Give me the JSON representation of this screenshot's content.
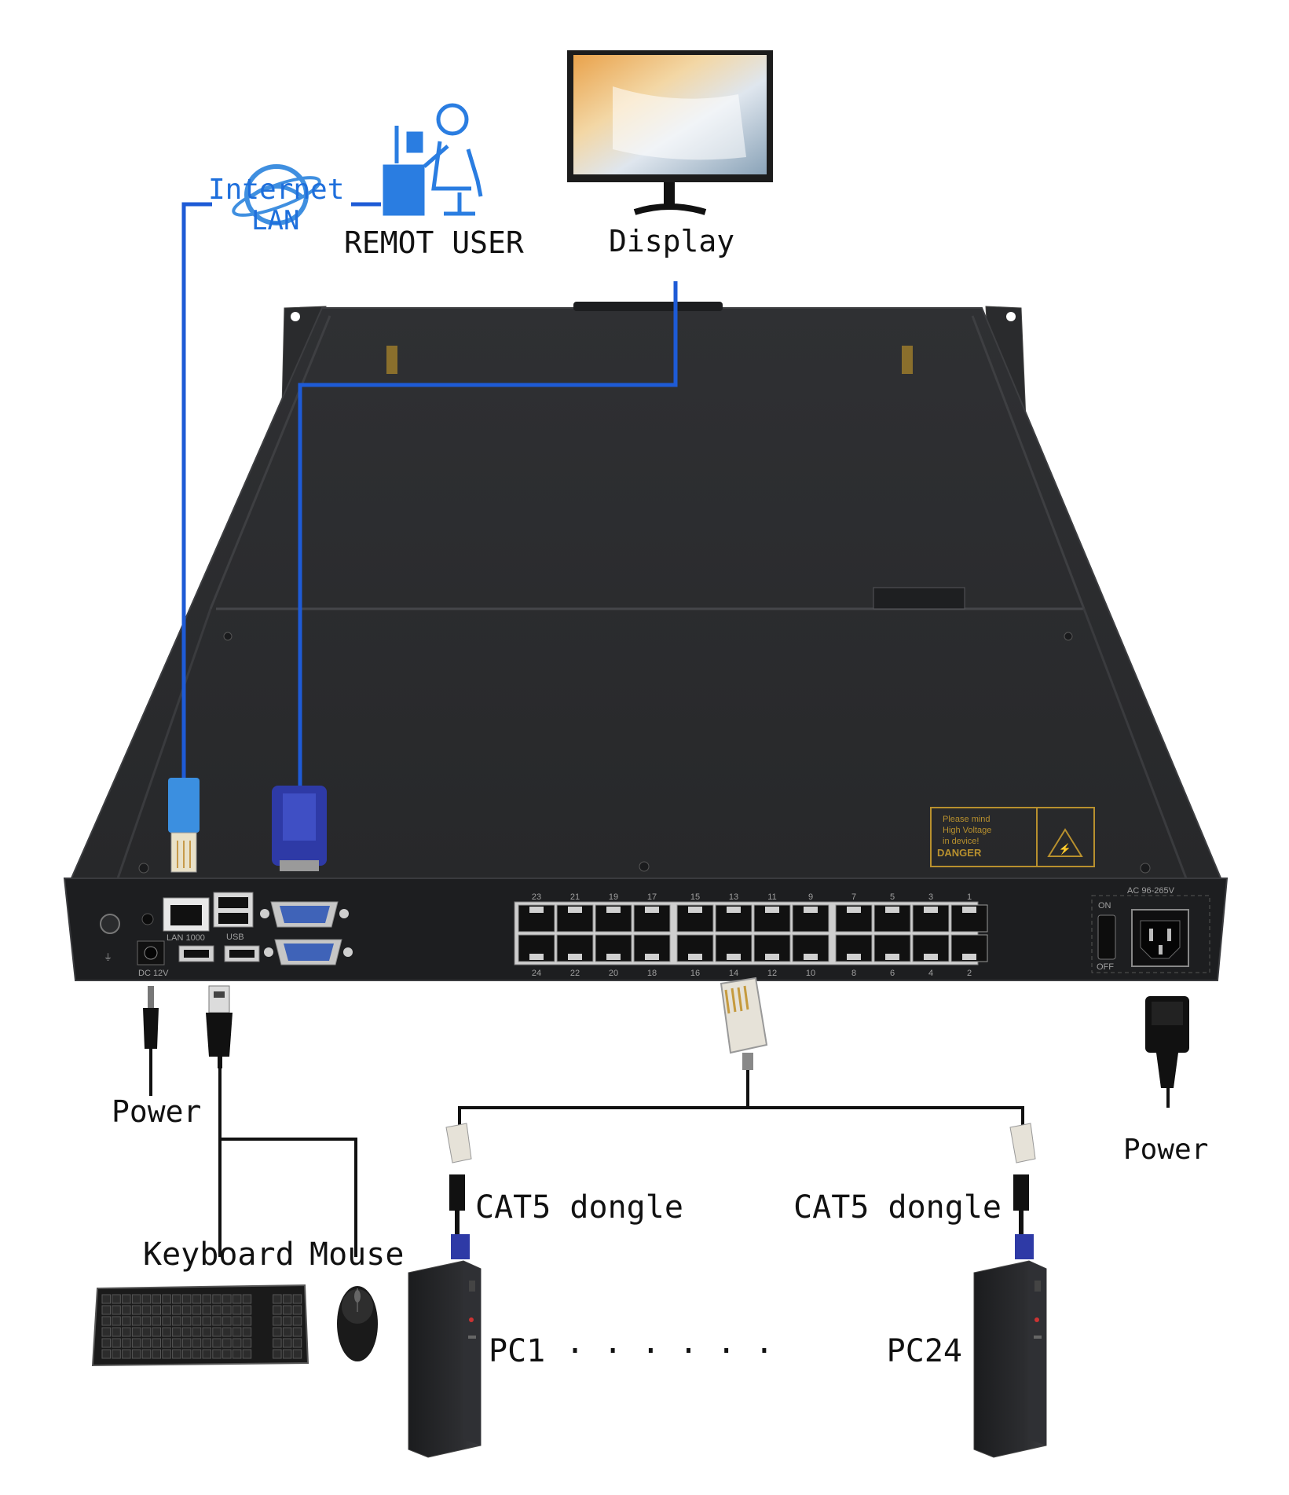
{
  "labels": {
    "internet": "Internet",
    "lan": "LAN",
    "remote_user": "REMOT USER",
    "display": "Display",
    "power_left": "Power",
    "power_right": "Power",
    "keyboard": "Keyboard",
    "mouse": "Mouse",
    "cat5_left": "CAT5 dongle",
    "cat5_right": "CAT5 dongle",
    "pc1": "PC1",
    "pc24": "PC24",
    "ellipsis": "· · · · · ·"
  },
  "panel_labels": {
    "lan": "LAN 1000",
    "usb": "USB",
    "dc": "DC 12V",
    "ac": "AC 96-265V",
    "on": "ON",
    "off": "OFF"
  },
  "warning": {
    "title": "DANGER",
    "line1": "Please mind",
    "line2": "High Voltage",
    "line3": "in device!"
  },
  "ports_top": [
    "23",
    "21",
    "19",
    "17",
    "15",
    "13",
    "11",
    "9",
    "7",
    "5",
    "3",
    "1"
  ],
  "ports_bottom": [
    "24",
    "22",
    "20",
    "18",
    "16",
    "14",
    "12",
    "10",
    "8",
    "6",
    "4",
    "2"
  ],
  "colors": {
    "link_blue": "#1e5bd6",
    "device_body": "#2b2c2e",
    "panel_face": "#1d1e20",
    "warning_gold": "#b8902e"
  }
}
